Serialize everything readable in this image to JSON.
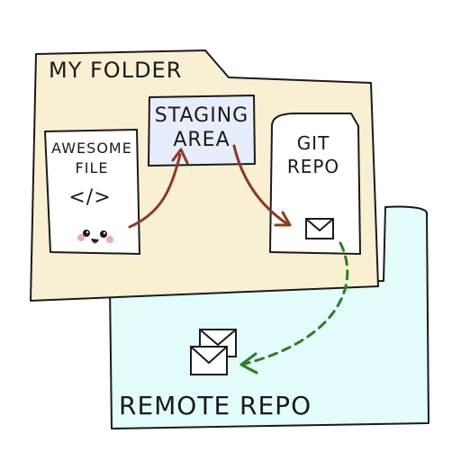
{
  "folder": {
    "title": "MY FOLDER",
    "fill": "#f9f0d3"
  },
  "remote": {
    "title": "REMOTE REPO",
    "fill": "#e2fbfb"
  },
  "file": {
    "line1": "AWESOME",
    "line2": "FILE",
    "code_symbol": "</>"
  },
  "staging": {
    "line1": "STAGING",
    "line2": "AREA",
    "fill": "#e7eefb"
  },
  "git_repo": {
    "line1": "GIT",
    "line2": "REPO"
  },
  "colors": {
    "ink": "#1a1a1a",
    "arrow_local": "#8b3a24",
    "arrow_remote": "#2f7d24",
    "cheek": "#f2a7c2"
  },
  "icons": {
    "face": "smiley-face-icon",
    "commit": "envelope-icon",
    "remote_commits": "stacked-envelopes-icon"
  }
}
